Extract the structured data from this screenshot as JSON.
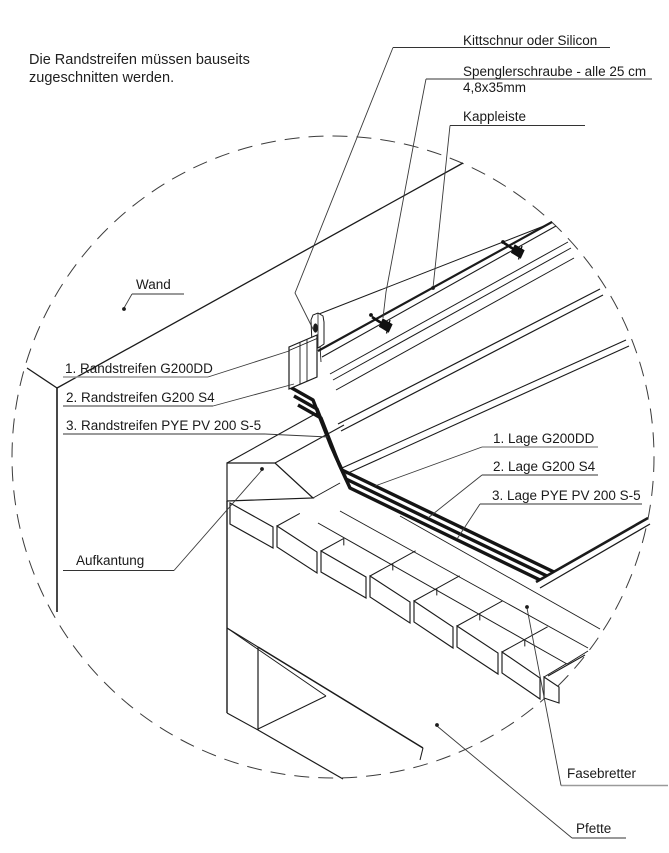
{
  "note": {
    "line1": "Die Randstreifen müssen bauseits",
    "line2": "zugeschnitten werden."
  },
  "labels": {
    "kittschnur": "Kittschnur oder Silicon",
    "spengler_line1": "Spenglerschraube  - alle 25 cm",
    "spengler_line2": "4,8x35mm",
    "kappleiste": "Kappleiste",
    "wand": "Wand",
    "randstreifen1": "1. Randstreifen G200DD",
    "randstreifen2": "2. Randstreifen G200 S4",
    "randstreifen3": "3. Randstreifen PYE PV 200 S-5",
    "lage1": "1. Lage G200DD",
    "lage2": "2. Lage G200 S4",
    "lage3": "3. Lage PYE PV 200 S-5",
    "aufkantung": "Aufkantung",
    "fasebretter": "Fasebretter",
    "pfette": "Pfette"
  },
  "colors": {
    "line": "#1b1b1b",
    "leader": "#3a3a3a",
    "gray_underline": "#9a9a9a",
    "background": "#ffffff"
  }
}
